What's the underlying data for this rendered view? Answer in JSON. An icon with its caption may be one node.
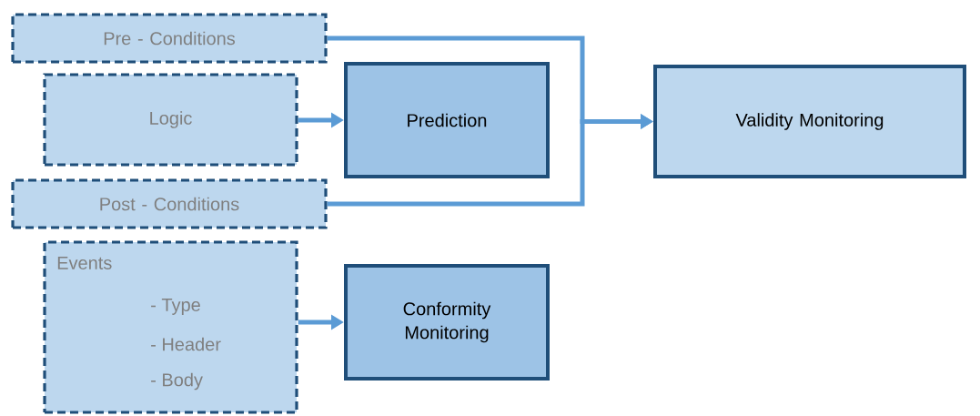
{
  "diagram": {
    "nodes": [
      {
        "text": [
          "Pre - Conditions"
        ]
      },
      {
        "text": [
          "Logic"
        ]
      },
      {
        "text": [
          "Prediction"
        ]
      },
      {
        "text": [
          "Validity Monitoring"
        ]
      },
      {
        "text": [
          "Post - Conditions"
        ]
      },
      {
        "text": [
          "Events",
          "- Type",
          "- Header",
          "- Body"
        ]
      },
      {
        "text": [
          "Conformity Monitoring"
        ]
      }
    ],
    "edges": [
      {
        "from": 0,
        "to": 3,
        "arrow": "to"
      },
      {
        "from": 4,
        "to": 3,
        "arrow": "to"
      },
      {
        "from": 1,
        "to": 2,
        "arrow": "to"
      },
      {
        "from": 5,
        "to": 6,
        "arrow": "to"
      }
    ]
  }
}
